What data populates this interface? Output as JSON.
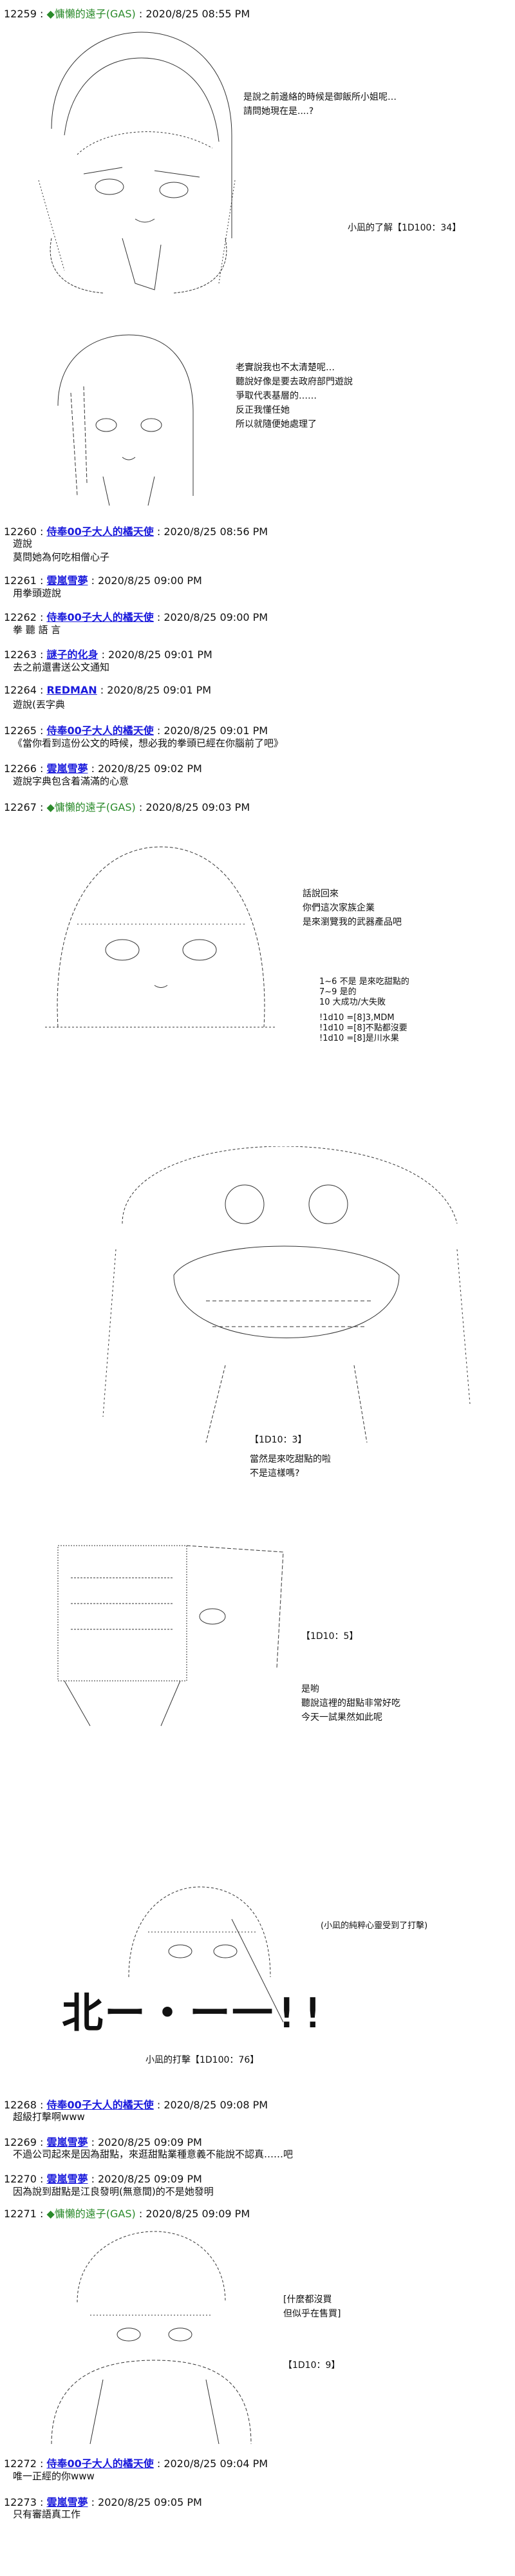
{
  "posts": [
    {
      "id": "post-12259",
      "num": "12259",
      "name": "◆",
      "trip": "慵懶的遠子(GAS)",
      "date": "2020/8/25 08:55 PM",
      "scenes": [
        {
          "lines": [
            "是說之前邊絡的時候是御飯所小姐呢…",
            "請問她現在是....?"
          ]
        },
        {
          "lines": [
            "小凪的了解【1D100：34】"
          ]
        },
        {
          "lines": [
            "老實說我也不太清楚呢…",
            "聽說好像是要去政府部門遊說",
            "爭取代表基層的……",
            "反正我懂任她",
            "所以就隨便她處理了"
          ]
        }
      ]
    },
    {
      "id": "post-12260",
      "num": "12260",
      "name": "侍奉00子大人的橘天使",
      "date": "2020/8/25 08:56 PM",
      "body": [
        "遊說",
        "莫問她為何吃相僧心子"
      ]
    },
    {
      "id": "post-12261",
      "num": "12261",
      "name": "雲嵐雪夢",
      "date": "2020/8/25 09:00 PM",
      "body": [
        "用拳頭遊說"
      ]
    },
    {
      "id": "post-12262",
      "num": "12262",
      "name": "侍奉00子大人的橘天使",
      "date": "2020/8/25 09:00 PM",
      "body": [
        "拳 聽 語 言"
      ]
    },
    {
      "id": "post-12263",
      "num": "12263",
      "name": "謎子的化身",
      "date": "2020/8/25 09:01 PM",
      "body": [
        "去之前還書送公文通知"
      ]
    },
    {
      "id": "post-12264",
      "num": "12264",
      "name": "REDMAN",
      "date": "2020/8/25 09:01 PM",
      "body": [
        "遊說(丟字典"
      ]
    },
    {
      "id": "post-12265",
      "num": "12265",
      "name": "侍奉00子大人的橘天使",
      "date": "2020/8/25 09:01 PM",
      "body": [
        "《當你看到這份公文的時候，想必我的拳頭已經在你腦前了吧》"
      ]
    },
    {
      "id": "post-12266",
      "num": "12266",
      "name": "雲嵐雪夢",
      "date": "2020/8/25 09:02 PM",
      "body": [
        "遊說字典包含着滿滿的心意"
      ]
    },
    {
      "id": "post-12267",
      "num": "12267",
      "name": "◆",
      "trip": "慵懶的遠子(GAS)",
      "date": "2020/8/25 09:03 PM",
      "scenes": [
        {
          "lines": [
            "話說回來",
            "你們這次家族企業",
            "是來瀏覽我的武器產品吧"
          ]
        },
        {
          "lines": [
            "1~6 不是 是來吃甜點的",
            "7~9 是的",
            "10 大成功/大失敗",
            "",
            "!1d10 =[8]3,MDM",
            "!1d10 =[8]不點都沒要",
            "!1d10 =[8]是川水果"
          ]
        },
        {
          "lines": [
            "【1D10：3】",
            "",
            "當然是來吃甜點的啦",
            "不是這樣嗎?"
          ]
        },
        {
          "lines": [
            "【1D10：5】",
            "",
            "",
            "",
            "是喲",
            "聽說這裡的甜點非常好吃",
            "今天一試果然如此呢"
          ]
        },
        {
          "lines": [
            "(小凪的純粹心靈受到了打擊)"
          ],
          "shout": "北ー・ー一!!",
          "caption": "小凪的打擊【1D100：76】"
        }
      ]
    },
    {
      "id": "post-12268",
      "num": "12268",
      "name": "侍奉00子大人的橘天使",
      "date": "2020/8/25 09:08 PM",
      "body": [
        "超級打擊啊www"
      ]
    },
    {
      "id": "post-12269",
      "num": "12269",
      "name": "雲嵐雪夢",
      "date": "2020/8/25 09:09 PM",
      "body": [
        "不過公司起來是因為甜點，來逛甜點業種意義不能說不認真……吧"
      ]
    },
    {
      "id": "post-12270",
      "num": "12270",
      "name": "雲嵐雪夢",
      "date": "2020/8/25 09:09 PM",
      "body": [
        "因為說到甜點是江良發明(無意間)的不是她發明"
      ]
    },
    {
      "id": "post-12271",
      "num": "12271",
      "name": "◆",
      "trip": "慵懶的遠子(GAS)",
      "date": "2020/8/25 09:09 PM",
      "scenes": [
        {
          "lines": [
            "[什麼都沒買",
            "但似乎在售買]",
            "",
            "",
            "",
            "【1D10：9】"
          ]
        }
      ]
    },
    {
      "id": "post-12272",
      "num": "12272",
      "name": "侍奉00子大人的橘天使",
      "date": "2020/8/25 09:04 PM",
      "body": [
        "唯一正經的你www"
      ]
    },
    {
      "id": "post-12273",
      "num": "12273",
      "name": "雲嵐雪夢",
      "date": "2020/8/25 09:05 PM",
      "body": [
        "只有審語真工作"
      ]
    }
  ]
}
